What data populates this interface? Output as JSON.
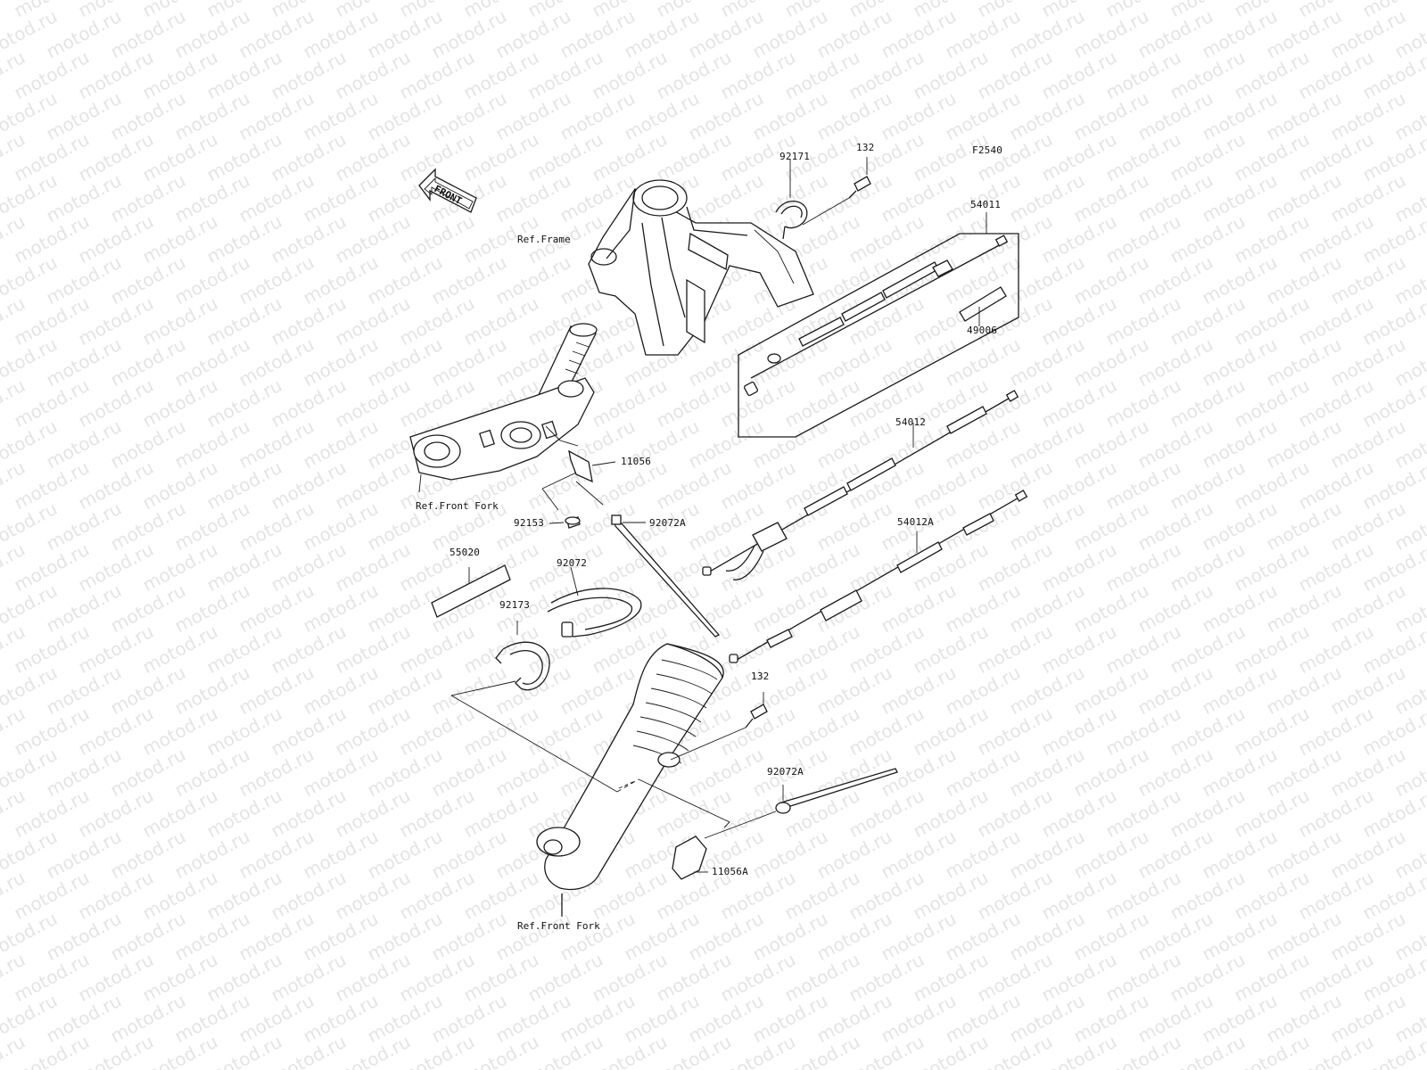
{
  "figure_code": "F2540",
  "watermark_text": "motod.ru",
  "front_arrow_text": "FRONT",
  "refs": {
    "frame": "Ref.Frame",
    "front_fork_upper": "Ref.Front Fork",
    "front_fork_lower": "Ref.Front Fork"
  },
  "parts": {
    "p92171": "92171",
    "p132_top": "132",
    "p54011": "54011",
    "p49006": "49006",
    "p54012": "54012",
    "p54012A": "54012A",
    "p11056": "11056",
    "p92153": "92153",
    "p92072A_top": "92072A",
    "p55020": "55020",
    "p92072": "92072",
    "p92173": "92173",
    "p132_bottom": "132",
    "p92072A_bottom": "92072A",
    "p11056A": "11056A"
  }
}
